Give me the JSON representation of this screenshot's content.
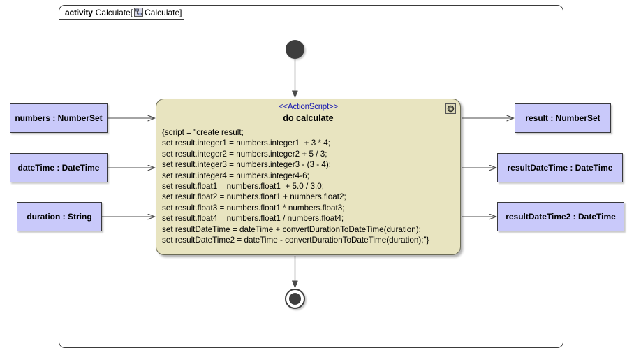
{
  "frame": {
    "keyword": "activity",
    "name": "Calculate",
    "bracket_open": "[",
    "bracket_close": "]",
    "inner_name": "Calculate",
    "icon": "activity-diagram-icon"
  },
  "action": {
    "stereotype": "<<ActionScript>>",
    "title": "do calculate",
    "badge_icon": "action-script-badge-icon",
    "script_lines": [
      "{script = \"create result;",
      "set result.integer1 = numbers.integer1  + 3 * 4;",
      "set result.integer2 = numbers.integer2 + 5 / 3;",
      "set result.integer3 = numbers.integer3 - (3 - 4);",
      "set result.integer4 = numbers.integer4-6;",
      "set result.float1 = numbers.float1  + 5.0 / 3.0;",
      "set result.float2 = numbers.float1 + numbers.float2;",
      "set result.float3 = numbers.float1 * numbers.float3;",
      "set result.float4 = numbers.float1 / numbers.float4;",
      "set resultDateTime = dateTime + convertDurationToDateTime(duration);",
      "set resultDateTime2 = dateTime - convertDurationToDateTime(duration);\"}"
    ]
  },
  "input_pins": [
    {
      "label": "numbers : NumberSet"
    },
    {
      "label": "dateTime : DateTime"
    },
    {
      "label": "duration : String"
    }
  ],
  "output_pins": [
    {
      "label": "result : NumberSet"
    },
    {
      "label": "resultDateTime : DateTime"
    },
    {
      "label": "resultDateTime2 : DateTime"
    }
  ],
  "nodes": {
    "initial": "initial-node",
    "final": "activity-final-node"
  },
  "colors": {
    "action_fill": "#e8e4c0",
    "action_border": "#6b6b55",
    "pin_fill": "#c9c9fa",
    "pin_border": "#38383c",
    "stereotype_text": "#1515b0",
    "node_fill": "#3d3d3d",
    "frame_border": "#3a3a3a",
    "background": "#ffffff"
  }
}
